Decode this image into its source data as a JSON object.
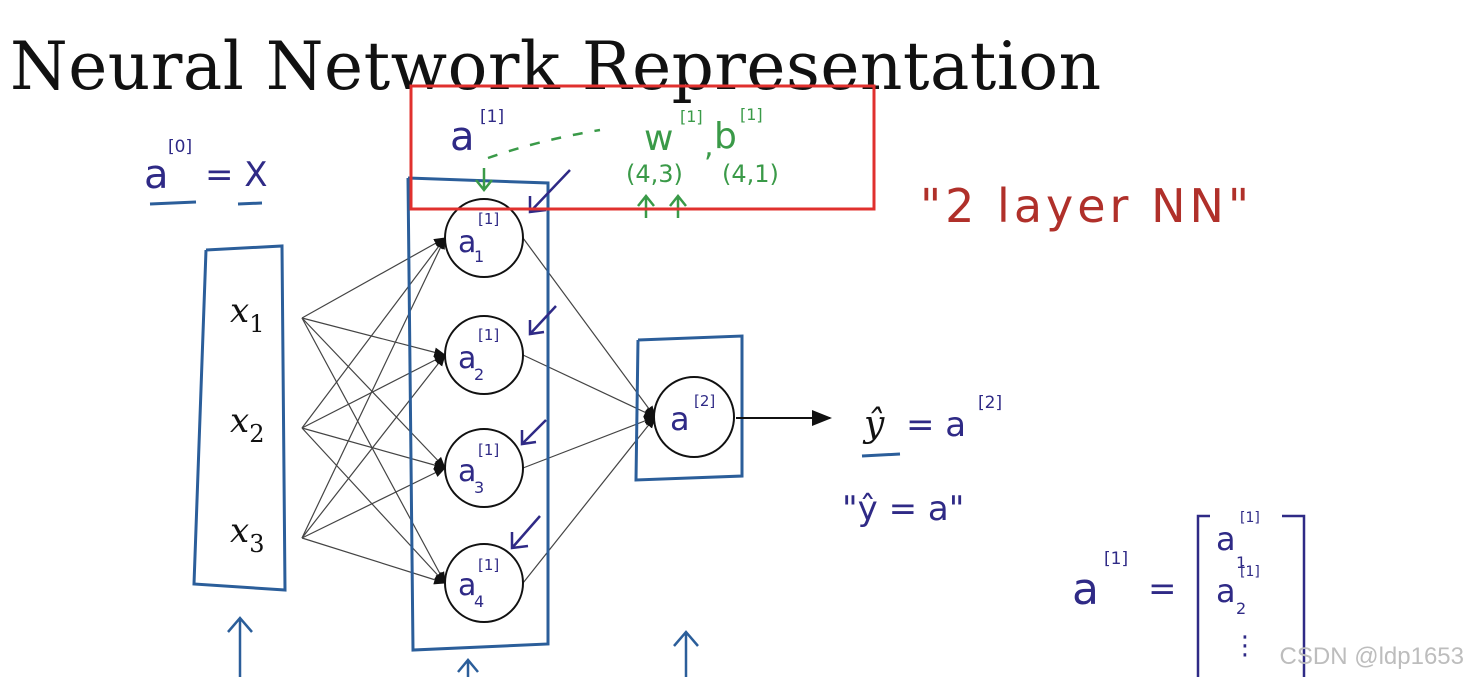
{
  "title": "Neural Network Representation",
  "top_note": {
    "a_label": "a",
    "a_sup": "[1]",
    "w_label": "w",
    "w_sup": "[1]",
    "b_label": "b",
    "b_sup": "[1]",
    "w_shape": "(4,3)",
    "b_shape": "(4,1)"
  },
  "a0_eq": {
    "lhs": "a",
    "sup": "[0]",
    "rhs": "= X"
  },
  "two_layer_label": "\"2 layer NN\"",
  "inputs": [
    {
      "base": "x",
      "sub": "1"
    },
    {
      "base": "x",
      "sub": "2"
    },
    {
      "base": "x",
      "sub": "3"
    }
  ],
  "hidden_units": [
    {
      "base": "a",
      "sup": "[1]",
      "sub": "1"
    },
    {
      "base": "a",
      "sup": "[1]",
      "sub": "2"
    },
    {
      "base": "a",
      "sup": "[1]",
      "sub": "3"
    },
    {
      "base": "a",
      "sup": "[1]",
      "sub": "4"
    }
  ],
  "output_unit": {
    "base": "a",
    "sup": "[2]"
  },
  "yhat_eq": {
    "lhs": "ŷ",
    "rhs": "= a",
    "sup": "[2]"
  },
  "yhat_alt": "\"ŷ = a\"",
  "a1_vector": {
    "lhs": "a",
    "sup": "[1]",
    "eq": "=",
    "entries": [
      {
        "base": "a",
        "sup": "[1]",
        "sub": "1"
      },
      {
        "base": "a",
        "sup": "[1]",
        "sub": "2"
      }
    ],
    "ellipsis": "⋮"
  },
  "highlight_color": "#e0302e",
  "ink_blue": "#2f2a86",
  "frame_blue": "#2b5e9a",
  "ink_green": "#3a9a48",
  "ink_red": "#b0302a",
  "watermark": "CSDN @ldp1653"
}
